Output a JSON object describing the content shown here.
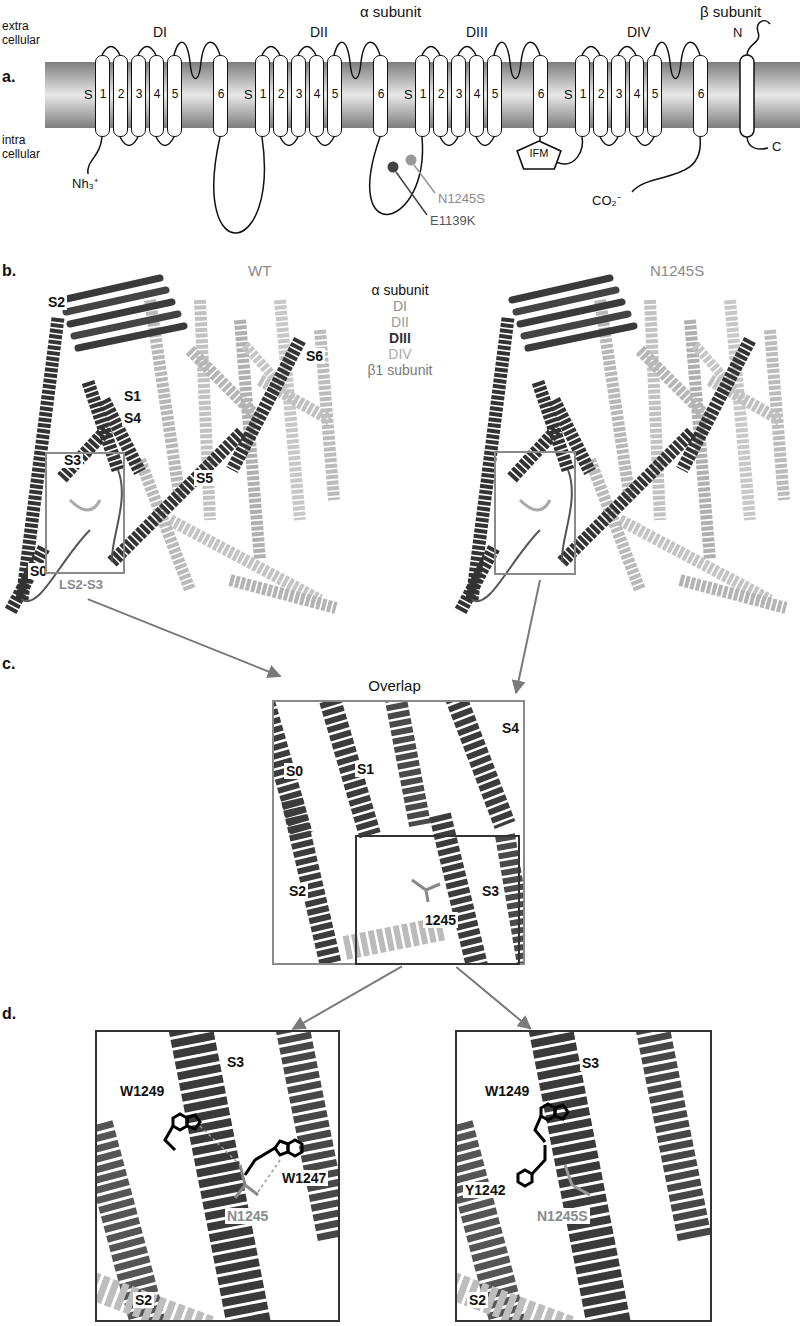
{
  "diagram": {
    "nodes": [
      {
        "text": [
          "1"
        ]
      },
      {
        "text": [
          "2"
        ]
      },
      {
        "text": [
          "3"
        ]
      },
      {
        "text": [
          "4"
        ]
      },
      {
        "text": [
          "5"
        ]
      },
      {
        "text": [
          "6"
        ]
      },
      {
        "text": [
          "1"
        ]
      },
      {
        "text": [
          "2"
        ]
      },
      {
        "text": [
          "3"
        ]
      },
      {
        "text": [
          "4"
        ]
      },
      {
        "text": [
          "5"
        ]
      },
      {
        "text": [
          "6"
        ]
      },
      {
        "text": [
          "1"
        ]
      },
      {
        "text": [
          "2"
        ]
      },
      {
        "text": [
          "3"
        ]
      },
      {
        "text": [
          "4"
        ]
      },
      {
        "text": [
          "5"
        ]
      },
      {
        "text": [
          "6"
        ]
      },
      {
        "text": [
          "1"
        ]
      },
      {
        "text": [
          "2"
        ]
      },
      {
        "text": [
          "3"
        ]
      },
      {
        "text": [
          "4"
        ]
      },
      {
        "text": [
          "5"
        ]
      },
      {
        "text": [
          "6"
        ]
      },
      {
        "text": [
          "IFM"
        ]
      },
      {
        "text": [
          "LS2-S3"
        ]
      },
      {
        "text": [
          "Overlap",
          "S4",
          "S0",
          "S1",
          "S2",
          "S3"
        ]
      },
      {
        "text": [
          "1245"
        ],
        "in": 26
      },
      {
        "text": [
          "S3",
          "W1249",
          "W1247",
          "N1245",
          "S2"
        ]
      },
      {
        "text": [
          "S3",
          "W1249",
          "Y1242",
          "N1245S",
          "S2"
        ]
      }
    ],
    "edges": [
      {
        "from": 25,
        "to": 26,
        "arrow": "to"
      },
      {
        "from": 27,
        "to": 28,
        "arrow": "to"
      },
      {
        "from": 27,
        "to": 29,
        "arrow": "to"
      }
    ],
    "labels": [
      "a.",
      "α subunit",
      "β subunit",
      "extra cellular",
      "intra cellular",
      "DI",
      "DII",
      "DIII",
      "DIV",
      "S",
      "S",
      "S",
      "S",
      "Nh₃⁺",
      "CO₂⁻",
      "N",
      "C",
      "N1245S",
      "E1139K",
      "b.",
      "WT",
      "N1245S",
      "α subunit",
      "DI",
      "DII",
      "DIII",
      "DIV",
      "β1 subunit",
      "S2",
      "S1",
      "S4",
      "S3",
      "S6",
      "S5",
      "S0",
      "c.",
      "d."
    ]
  }
}
